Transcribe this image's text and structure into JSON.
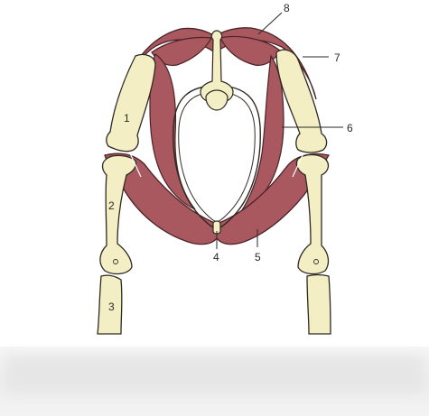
{
  "colors": {
    "bone": "#f3eec4",
    "bone_outline": "#2e2a22",
    "muscle": "#a8585e",
    "muscle_outline": "#4a2428",
    "background": "#ffffff"
  },
  "labels": [
    {
      "id": "1",
      "text": "1"
    },
    {
      "id": "2",
      "text": "2"
    },
    {
      "id": "3",
      "text": "3"
    },
    {
      "id": "4",
      "text": "4"
    },
    {
      "id": "5",
      "text": "5"
    },
    {
      "id": "6",
      "text": "6"
    },
    {
      "id": "7",
      "text": "7"
    },
    {
      "id": "8",
      "text": "8"
    }
  ]
}
